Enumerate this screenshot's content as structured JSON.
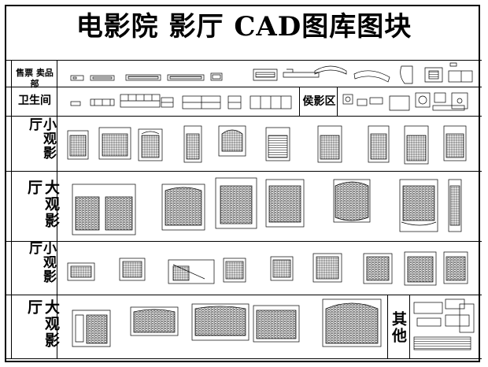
{
  "title": "电影院 影厅 CAD图库图块",
  "rows": {
    "ticket": "售票 卖品部",
    "toilet": "卫生间",
    "waiting": "侯影区",
    "small_hall_1": "小观影厅",
    "large_hall_1": "大观影厅",
    "small_hall_2": "小观影厅",
    "large_hall_2": "大观影厅",
    "other": "其他"
  }
}
